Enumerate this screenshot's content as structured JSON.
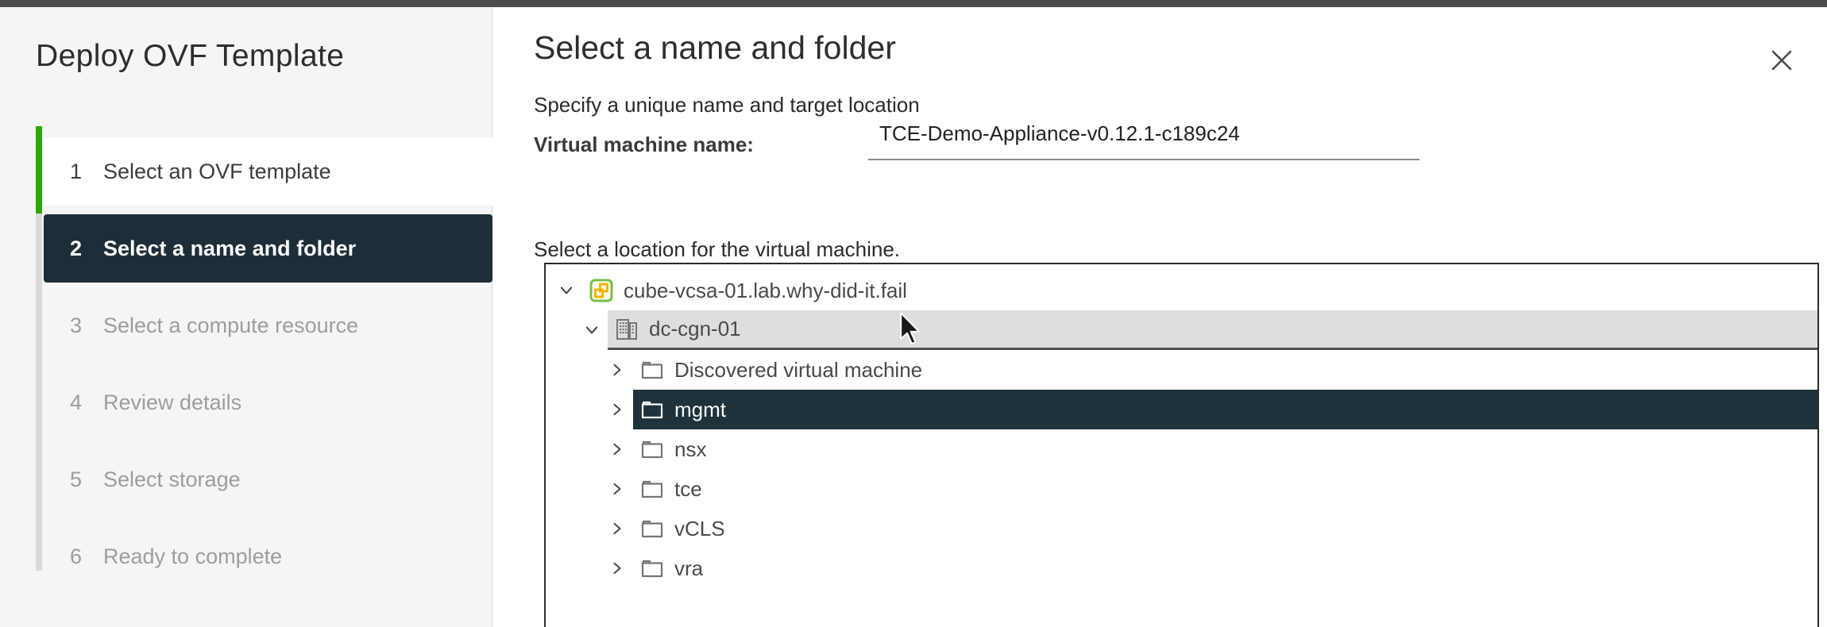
{
  "wizard": {
    "title": "Deploy OVF Template",
    "steps": [
      {
        "number": "1",
        "label": "Select an OVF template",
        "state": "completed"
      },
      {
        "number": "2",
        "label": "Select a name and folder",
        "state": "active"
      },
      {
        "number": "3",
        "label": "Select a compute resource",
        "state": "upcoming"
      },
      {
        "number": "4",
        "label": "Review details",
        "state": "upcoming"
      },
      {
        "number": "5",
        "label": "Select storage",
        "state": "upcoming"
      },
      {
        "number": "6",
        "label": "Ready to complete",
        "state": "upcoming"
      }
    ]
  },
  "main": {
    "heading": "Select a name and folder",
    "subtitle": "Specify a unique name and target location",
    "vm_name_field": {
      "label": "Virtual machine name:",
      "value": "TCE-Demo-Appliance-v0.12.1-c189c24"
    },
    "location_label": "Select a location for the virtual machine.",
    "tree": {
      "nodes": [
        {
          "level": 0,
          "icon": "vcenter-icon",
          "expanded": true,
          "label": "cube-vcsa-01.lab.why-did-it.fail",
          "state": "normal"
        },
        {
          "level": 1,
          "icon": "datacenter-icon",
          "expanded": true,
          "label": "dc-cgn-01",
          "state": "hover"
        },
        {
          "level": 2,
          "icon": "folder-icon",
          "expanded": false,
          "label": "Discovered virtual machine",
          "state": "normal"
        },
        {
          "level": 2,
          "icon": "folder-icon",
          "expanded": false,
          "label": "mgmt",
          "state": "selected"
        },
        {
          "level": 2,
          "icon": "folder-icon",
          "expanded": false,
          "label": "nsx",
          "state": "normal"
        },
        {
          "level": 2,
          "icon": "folder-icon",
          "expanded": false,
          "label": "tce",
          "state": "normal"
        },
        {
          "level": 2,
          "icon": "folder-icon",
          "expanded": false,
          "label": "vCLS",
          "state": "normal"
        },
        {
          "level": 2,
          "icon": "folder-icon",
          "expanded": false,
          "label": "vra",
          "state": "normal"
        }
      ]
    }
  },
  "colors": {
    "accent_green": "#2ca805",
    "active_dark": "#1d2e38",
    "selected_row_dark": "#1e323c",
    "hover_row_gray": "#dedede",
    "sidebar_bg": "#f5f5f5",
    "vcenter_icon_green": "#76c043",
    "vcenter_icon_yellow": "#f0b400"
  }
}
